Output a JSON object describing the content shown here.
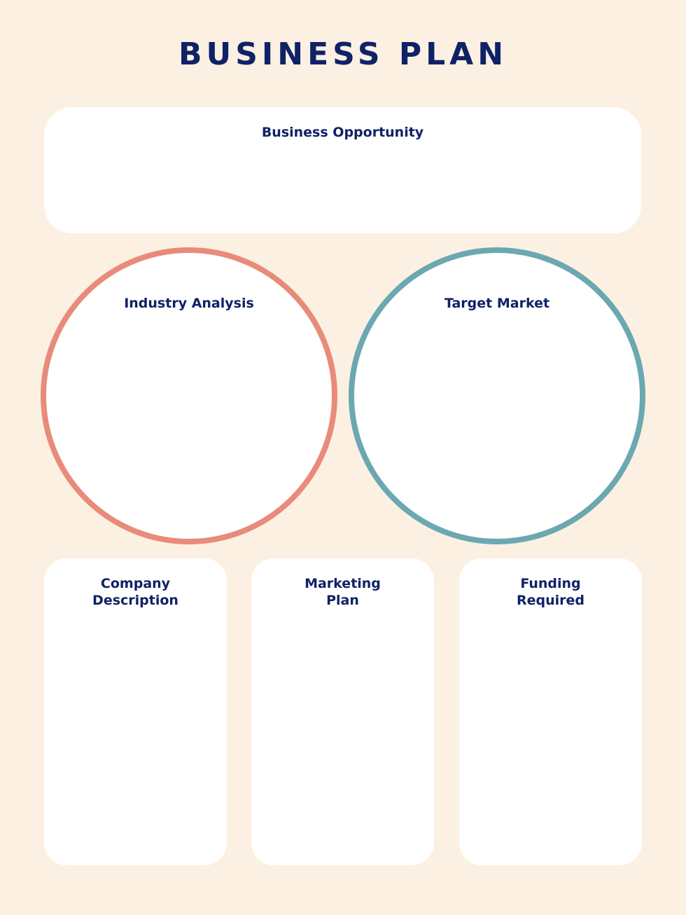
{
  "title": "BUSINESS PLAN",
  "sections": {
    "business_opportunity": "Business Opportunity",
    "industry_analysis": "Industry Analysis",
    "target_market": "Target Market",
    "company_description": [
      "Company",
      "Description"
    ],
    "marketing_plan": [
      "Marketing",
      "Plan"
    ],
    "funding_required": [
      "Funding",
      "Required"
    ]
  },
  "colors": {
    "background": "#fcf0e3",
    "text": "#0f2266",
    "industry_circle": "#e88b7b",
    "target_circle": "#6ba8b1"
  }
}
